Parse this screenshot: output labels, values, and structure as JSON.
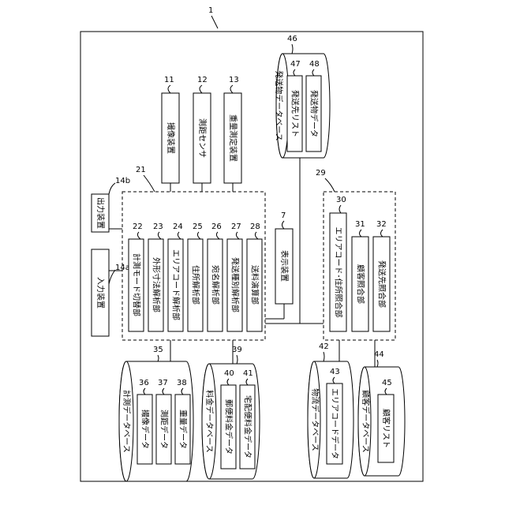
{
  "figure": {
    "system_ref": "1",
    "imaging_device": {
      "ref": "11",
      "label": "撮像装置"
    },
    "distance_sensor": {
      "ref": "12",
      "label": "測距センサ"
    },
    "weighing_device": {
      "ref": "13",
      "label": "重量測定装置"
    },
    "input_device": {
      "ref": "14a",
      "label": "入力装置"
    },
    "output_device": {
      "ref": "14b",
      "label": "出力装置"
    },
    "display_device": {
      "ref": "7",
      "label": "表示装置"
    },
    "processor": {
      "ref": "21",
      "units": [
        {
          "ref": "22",
          "label": "計測モード切替部"
        },
        {
          "ref": "23",
          "label": "外形寸法解析部"
        },
        {
          "ref": "24",
          "label": "エリアコード解析部"
        },
        {
          "ref": "25",
          "label": "住所解析部"
        },
        {
          "ref": "26",
          "label": "宛名解析部"
        },
        {
          "ref": "27",
          "label": "発送種別解析部"
        },
        {
          "ref": "28",
          "label": "送料演算部"
        }
      ]
    },
    "matcher": {
      "ref": "29",
      "units": [
        {
          "ref": "30",
          "label": "エリアコード･住所照合部"
        },
        {
          "ref": "31",
          "label": "顧客照合部"
        },
        {
          "ref": "32",
          "label": "発送先照合部"
        }
      ]
    },
    "shipment_db": {
      "ref": "46",
      "label": "発送物データベース",
      "items": [
        {
          "ref": "47",
          "label": "発送先リスト"
        },
        {
          "ref": "48",
          "label": "発送物データ"
        }
      ]
    },
    "measurement_db": {
      "ref": "35",
      "label": "計測データベース",
      "items": [
        {
          "ref": "36",
          "label": "撮像データ"
        },
        {
          "ref": "37",
          "label": "測距データ"
        },
        {
          "ref": "38",
          "label": "重量データ"
        }
      ]
    },
    "fee_db": {
      "ref": "39",
      "label": "料金データベース",
      "items": [
        {
          "ref": "40",
          "label": "郵便料金データ"
        },
        {
          "ref": "41",
          "label": "宅配便料金データ"
        }
      ]
    },
    "logistics_db": {
      "ref": "42",
      "label": "物流データベース",
      "items": [
        {
          "ref": "43",
          "label": "エリアコードデータ"
        }
      ]
    },
    "customer_db": {
      "ref": "44",
      "label": "顧客データベース",
      "items": [
        {
          "ref": "45",
          "label": "顧客リスト"
        }
      ]
    }
  }
}
